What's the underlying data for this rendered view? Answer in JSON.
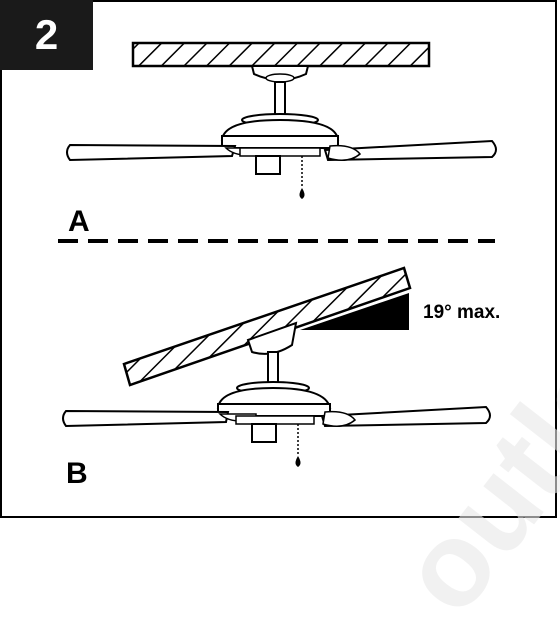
{
  "step_number": "2",
  "label_a": "A",
  "label_b": "B",
  "angle_text": "19° max.",
  "watermark_text": "outlet.co",
  "colors": {
    "ink": "#000000",
    "badge": "#1a1a1a",
    "paper": "#ffffff"
  },
  "angle_degrees": 19
}
